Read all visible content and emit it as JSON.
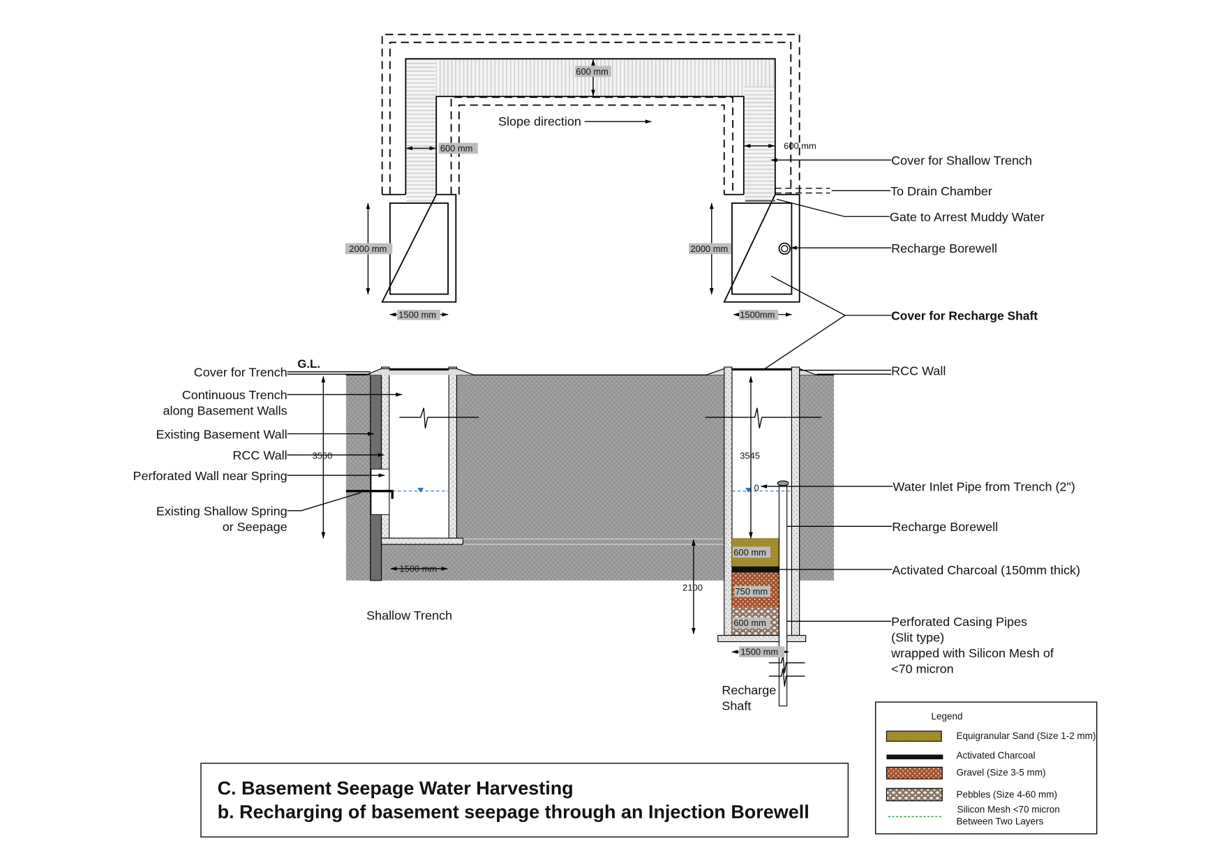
{
  "plan": {
    "slope_direction": "Slope direction",
    "dim_top": "600 mm",
    "dim_left_trench": "600 mm",
    "dim_right_trench": "600 mm",
    "dim_left_chamber_height": "2000 mm",
    "dim_right_chamber_height": "2000 mm",
    "dim_left_chamber_width": "1500 mm",
    "dim_right_chamber_width": "1500mm"
  },
  "right_labels": {
    "cover_shallow_trench": "Cover for Shallow Trench",
    "to_drain_chamber": "To Drain Chamber",
    "gate": "Gate to Arrest Muddy Water",
    "recharge_borewell_plan": "Recharge Borewell",
    "cover_recharge_shaft": "Cover for Recharge Shaft",
    "rcc_wall": "RCC Wall",
    "water_inlet": "Water Inlet Pipe from Trench (2\")",
    "recharge_borewell": "Recharge Borewell",
    "activated_charcoal": "Activated Charcoal (150mm thick)",
    "perforated_casing": [
      "Perforated Casing Pipes",
      "(Slit type)",
      "wrapped with Silicon Mesh of",
      "<70 micron"
    ]
  },
  "left_labels": {
    "gl": "G.L.",
    "cover_trench": "Cover for Trench",
    "continuous_trench": [
      "Continuous Trench",
      "along Basement Walls"
    ],
    "existing_basement_wall": "Existing Basement Wall",
    "rcc_wall": "RCC Wall",
    "perforated_wall": "Perforated Wall near Spring",
    "existing_spring": [
      "Existing Shallow Spring",
      "or Seepage"
    ]
  },
  "section": {
    "trench_depth": "3550",
    "shaft_depth": "3545",
    "shaft_below": "2100",
    "sand_thickness": "600 mm",
    "gravel_thickness": "750 mm",
    "pebbles_thickness": "600 mm",
    "trench_width": "1500 mm",
    "shaft_width": "1500 mm",
    "water_level_mark": "0",
    "shallow_trench_caption": "Shallow Trench",
    "recharge_shaft_caption": [
      "Recharge",
      "Shaft"
    ]
  },
  "title": {
    "line1": "C. Basement Seepage Water Harvesting",
    "line2": "b. Recharging of basement seepage through an Injection Borewell"
  },
  "legend": {
    "heading": "Legend",
    "items": [
      {
        "label": "Equigranular Sand (Size 1-2 mm)",
        "color": "#a08a2e"
      },
      {
        "label": "Activated Charcoal",
        "color": "#111111"
      },
      {
        "label": "Gravel (Size 3-5 mm)",
        "color": "#a0522d"
      },
      {
        "label": "Pebbles (Size 4-60 mm)",
        "color": "#8a7565"
      },
      {
        "label": "Silicon Mesh <70 micron",
        "label2": "Between  Two Layers",
        "color": "#2e9a4a"
      }
    ]
  },
  "colors": {
    "soil": "#9e9e9e",
    "basement_wall": "#6e6e6e",
    "water_line": "#2a6fbf"
  }
}
